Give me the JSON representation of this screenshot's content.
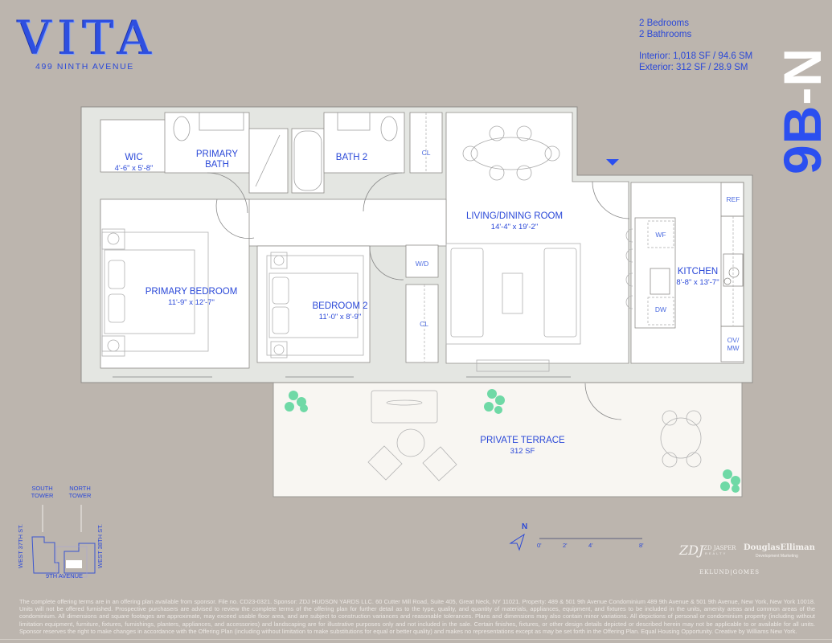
{
  "brand": {
    "name": "VITA",
    "address": "499 NINTH AVENUE",
    "color": "#2e4fe0"
  },
  "unit": {
    "code_prefix": "9B",
    "code_dash": "-",
    "code_suffix": "N",
    "bedrooms": "2 Bedrooms",
    "bathrooms": "2 Bathrooms",
    "interior": "Interior: 1,018 SF / 94.6 SM",
    "exterior": "Exterior: 312 SF / 28.9 SM"
  },
  "rooms": {
    "wic": {
      "name": "WIC",
      "dim": "4'-6\" x 5'-8\""
    },
    "primary_bath": {
      "name": "PRIMARY",
      "name2": "BATH"
    },
    "bath2": {
      "name": "BATH 2"
    },
    "living": {
      "name": "LIVING/DINING ROOM",
      "dim": "14'-4\" x 19'-2\""
    },
    "kitchen": {
      "name": "KITCHEN",
      "dim": "8'-8\" x 13'-7\""
    },
    "primary_bedroom": {
      "name": "PRIMARY BEDROOM",
      "dim": "11'-9\" x 12'-7\""
    },
    "bedroom2": {
      "name": "BEDROOM 2",
      "dim": "11'-0\" x 8'-9\""
    },
    "terrace": {
      "name": "PRIVATE TERRACE",
      "dim": "312 SF"
    }
  },
  "fixtures": {
    "closet1": "CL",
    "closet2": "CL",
    "washer_dryer": "W/D",
    "refrigerator": "REF",
    "wine_fridge": "WF",
    "dishwasher": "DW",
    "oven_mw_1": "OV/",
    "oven_mw_2": "MW"
  },
  "keyplan": {
    "south_tower_1": "SOUTH",
    "south_tower_2": "TOWER",
    "north_tower_1": "NORTH",
    "north_tower_2": "TOWER",
    "west_37": "WEST 37TH ST.",
    "west_38": "WEST 38TH ST.",
    "avenue": "9TH AVENUE"
  },
  "compass": {
    "label": "N"
  },
  "scale": {
    "ticks": [
      "0'",
      "2'",
      "4'",
      "8'"
    ]
  },
  "credits": {
    "zdj": "ZDJ",
    "zd_jasper": "ZD JASPER",
    "zd_jasper_sub": "REALTY",
    "douglas": "DouglasElliman",
    "douglas_sub": "Development Marketing",
    "eklund": "EKLUND|GOMES"
  },
  "colors": {
    "background": "#bcb5ae",
    "wall": "#e4e6e2",
    "floor": "#ffffff",
    "terrace": "#f8f6f2",
    "label_blue": "#2a48d8",
    "plant_green": "#6fd9a6",
    "entry_marker": "#2b4ff0"
  },
  "disclaimer": "The complete offering terms are in an offering plan available from sponsor. File no. CD23-0321. Sponsor: ZDJ HUDSON YARDS LLC. 60 Cutter Mill Road, Suite 405, Great Neck, NY 11021. Property: 489 & 501 9th Avenue Condominium 489 9th Avenue & 501 9th Avenue, New York, New York 10018. Units will not be offered furnished. Prospective purchasers are advised to review the complete terms of the offering plan for further detail as to the type, quality, and quantity of materials, appliances, equipment, and fixtures to be included in the units, amenity areas and common areas of the condominium. All dimensions and square footages are approximate, may exceed usable floor area, and are subject to construction variances and reasonable tolerances. Plans and dimensions may also contain minor variations. All depictions of personal or condominium property (including without limitation equipment, furniture, fixtures, furnishings, planters, appliances, and accessories) and landscaping are for illustrative purposes only and not included in the sale. Certain finishes, fixtures, or other design details depicted or described herein may not be applicable to or available for all units. Sponsor reserves the right to make changes in accordance with the Offering Plan (including without limitation to make substitutions for equal or better quality) and makes no representations except as may be set forth in the Offering Plan. Equal Housing Opportunity. Creative by Williams New York."
}
